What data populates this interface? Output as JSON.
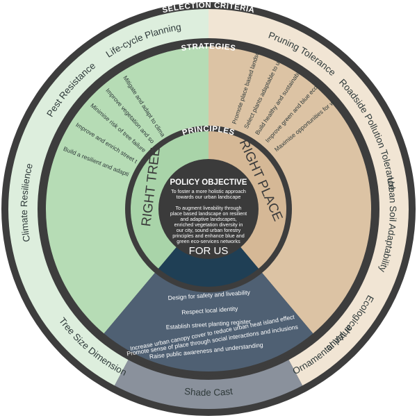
{
  "bands": {
    "selection_criteria": "SELECTION CRITERIA",
    "strategies": "STRATEGIES",
    "principles": "PRINCIPLES"
  },
  "criteria": {
    "left": [
      "Climate Resilience",
      "Pest Resistance",
      "Life-cycle Planning"
    ],
    "right": [
      "Pruning Tolerance",
      "Roadside Pollution Tolerance",
      "Urban Soil Adaptability",
      "Ecological Value"
    ],
    "bottom": [
      "Tree Size Dimension",
      "Shade Cast",
      "Ornamental Value"
    ]
  },
  "strategies": {
    "tree": [
      "Build a resilient and adaptive urban forest",
      "Improve and enrich street tree diversity in the city",
      "Minimise risk of tree failure and premature decline",
      "Improve vegetation and soil health",
      "Mitigate and adapt to climate change"
    ],
    "place": [
      "Promote place based landscape",
      "Select plants adaptable to urban street functions",
      "Build healthy and sustainable ecosystem",
      "Improve green and blue ecological service connectors and networks",
      "Maximise opportunities for water sensitive urban design (WSUD)"
    ],
    "us": [
      "Design for safety and liveability",
      "Respect local identity",
      "Establish street planting register",
      "Increase urban canopy cover to reduce urban heat island effect",
      "Promote sense of place through social interactions and inclusions",
      "Raise public awareness and understanding"
    ]
  },
  "principles": {
    "tree": "RIGHT TREE",
    "place": "RIGHT PLACE",
    "us": "FOR US"
  },
  "policy": {
    "title": "POLICY OBJECTIVE",
    "line1": "To foster a more holistic approach",
    "line2": "towards our urban landscape",
    "body": [
      "To augment liveability through",
      "place based landscape on resilient",
      "and adaptive landscapes,",
      "enriched vegetation diversity in",
      "our city, sound urban forestry",
      "principles and enhance blue and",
      "green eco-services networks"
    ]
  },
  "colors": {
    "dark_ring": "#3d3d3d",
    "criteria_green": "#ddeedd",
    "criteria_tan": "#f1e5d4",
    "criteria_grey": "#8a919c",
    "strategy_green": "#b6dcb5",
    "strategy_tan": "#dcc3a4",
    "strategy_blue": "#4f6073",
    "principle_green": "#a9d4a9",
    "principle_tan": "#d5b896",
    "principle_blue": "#1f3f55",
    "center": "#3b3b3b"
  }
}
